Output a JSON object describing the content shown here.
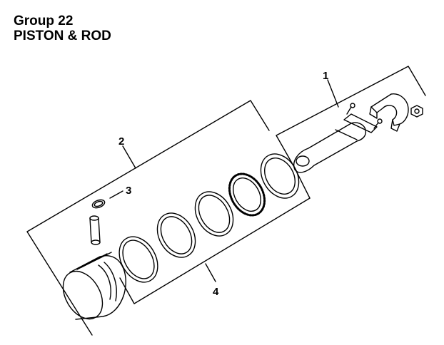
{
  "header": {
    "group": "Group 22",
    "title": "PISTON & ROD"
  },
  "callouts": [
    "1",
    "2",
    "3",
    "4"
  ],
  "parts": [
    {
      "callout": "1",
      "icon": "connecting-rod-assembly-icon"
    },
    {
      "callout": "2",
      "icon": "piston-assembly-icon"
    },
    {
      "callout": "3",
      "icon": "snap-ring-icon"
    },
    {
      "callout": "4",
      "icon": "piston-ring-set-icon"
    }
  ],
  "colors": {
    "ink": "#000000",
    "paper": "#ffffff"
  }
}
